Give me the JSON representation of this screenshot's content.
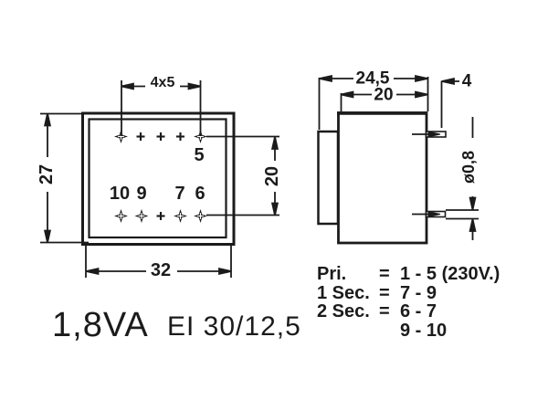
{
  "drawing": {
    "title": "1,8VA",
    "model": "EI 30/12,5",
    "colors": {
      "ink": "#1b1b1b",
      "paper": "#ffffff"
    },
    "top_view": {
      "dim_pin_pitch": "4x5",
      "dim_height": "27",
      "dim_width": "32",
      "dim_row_spacing": "20",
      "pin_labels": {
        "p5": "5",
        "p10": "10",
        "p9": "9",
        "p7": "7",
        "p6": "6"
      }
    },
    "side_view": {
      "dim_overall_width": "24,5",
      "dim_body_width": "20",
      "dim_pin_length": "4",
      "dim_pin_diameter": "ø0,8"
    },
    "connections": {
      "rows": [
        {
          "label": "Pri.",
          "eq": "=",
          "value": "1 - 5 (230V.)"
        },
        {
          "label": "1 Sec.",
          "eq": "=",
          "value": "7 - 9"
        },
        {
          "label": "2 Sec.",
          "eq": "=",
          "value": "6 - 7"
        },
        {
          "label": "",
          "eq": "",
          "value": "9 - 10"
        }
      ]
    }
  }
}
